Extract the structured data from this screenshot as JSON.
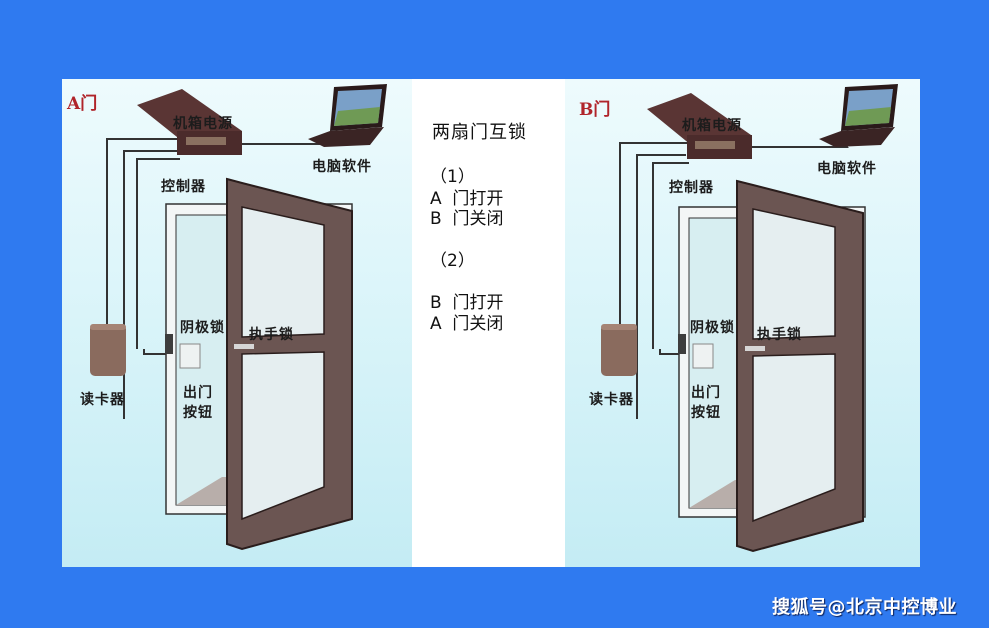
{
  "diagram": {
    "title": "两扇门互锁",
    "panels": [
      {
        "id": "A",
        "title": "A门",
        "labels": {
          "power_box": "机箱电源",
          "computer": "电脑软件",
          "controller": "控制器",
          "card_reader": "读卡器",
          "magnetic_lock": "阴极锁",
          "handle_lock": "执手锁",
          "exit_button_line1": "出门",
          "exit_button_line2": "按钮"
        }
      },
      {
        "id": "B",
        "title": "B门",
        "labels": {
          "power_box": "机箱电源",
          "computer": "电脑软件",
          "controller": "控制器",
          "card_reader": "读卡器",
          "magnetic_lock": "阴极锁",
          "handle_lock": "执手锁",
          "exit_button_line1": "出门",
          "exit_button_line2": "按钮"
        }
      }
    ],
    "interlock": {
      "heading": "两扇门互锁",
      "cases": [
        {
          "marker": "（1）",
          "lines": [
            "A  门打开",
            "B  门关闭"
          ]
        },
        {
          "marker": "（2）",
          "lines": [
            "B  门打开",
            "A  门关闭"
          ]
        }
      ]
    }
  },
  "watermark": "搜狐号@北京中控博业",
  "colors": {
    "background": "#2f7af0",
    "panel_bg": "#d9f4f9",
    "door_frame": "#6b5552",
    "title_red": "#b0242a",
    "wire": "#333333"
  }
}
